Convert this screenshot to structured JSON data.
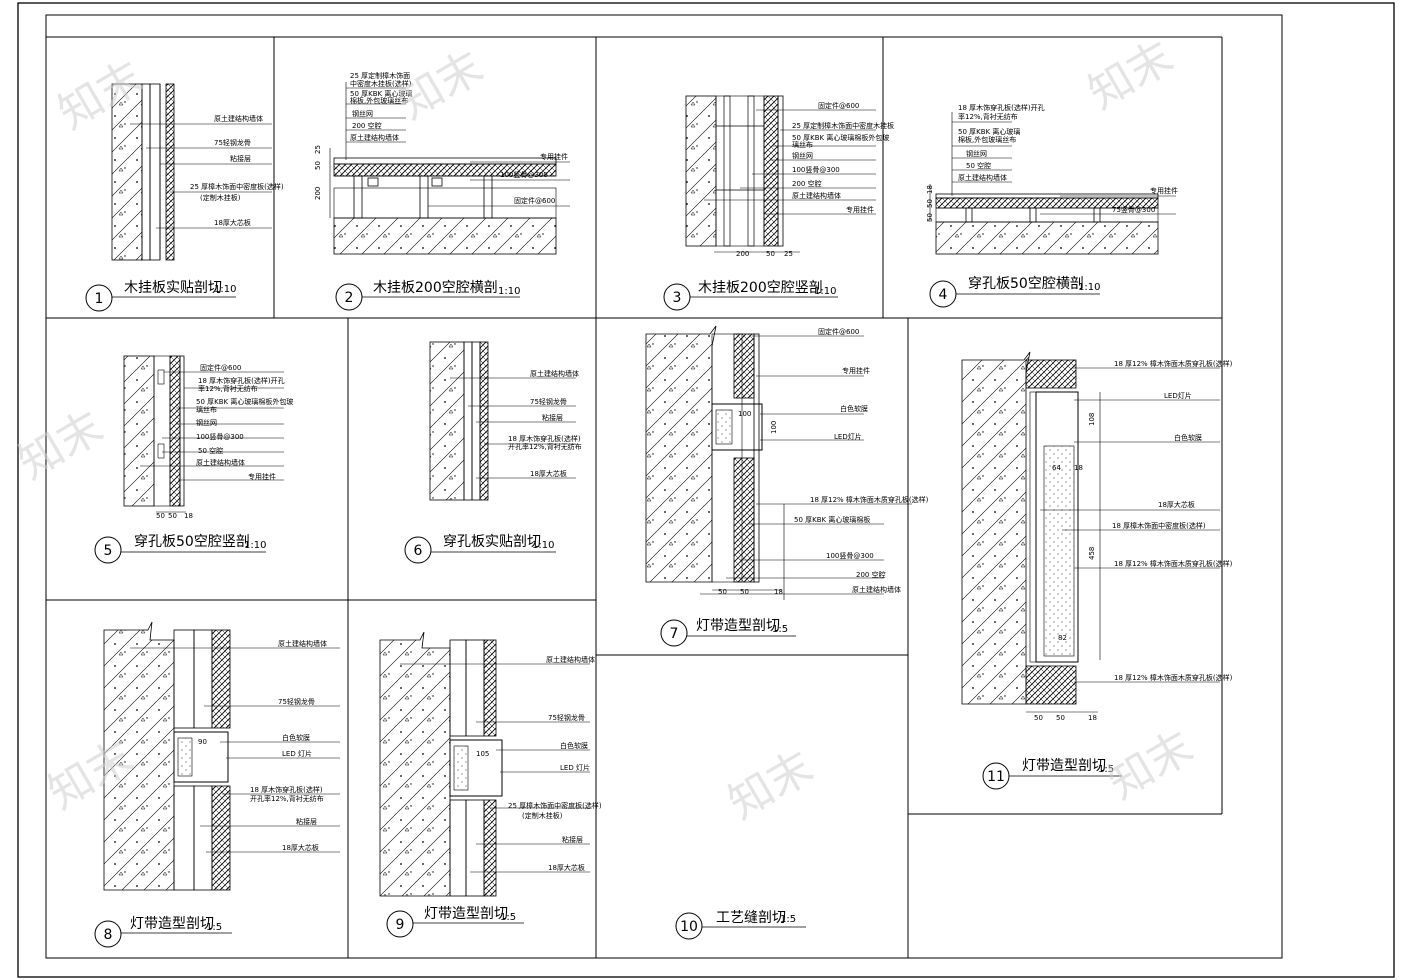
{
  "drawings": [
    {
      "id": "d1",
      "number": "1",
      "title": "木挂板实贴剖切",
      "scale": "1:10",
      "notes": [
        "原土建结构墙体",
        "75轻钢龙骨",
        "粘接层",
        "25 厚樟木饰面中密度板(选样)",
        "(定制木挂板)",
        "18厚大芯板"
      ]
    },
    {
      "id": "d2",
      "number": "2",
      "title": "木挂板200空腔横剖",
      "scale": "1:10",
      "notes": [
        "25 厚定制樟木饰面",
        "中密度木挂板(选样)",
        "50 厚KBK 离心玻璃",
        "棉板,外包玻璃丝布",
        "钢丝网",
        "200 空腔",
        "原土建结构墙体",
        "专用挂件",
        "100竖骨@300",
        "固定件@600"
      ],
      "dims": [
        "25",
        "50",
        "200"
      ]
    },
    {
      "id": "d3",
      "number": "3",
      "title": "木挂板200空腔竖剖",
      "scale": "1:10",
      "notes": [
        "固定件@600",
        "25 厚定制樟木饰面中密度木挂板",
        "50 厚KBK 离心玻璃棉板外包玻",
        "璃丝布",
        "钢丝网",
        "100竖骨@300",
        "200 空腔",
        "原土建结构墙体",
        "专用挂件"
      ],
      "dims": [
        "200",
        "50",
        "25"
      ]
    },
    {
      "id": "d4",
      "number": "4",
      "title": "穿孔板50空腔横剖",
      "scale": "1:10",
      "notes": [
        "18 厚木饰穿孔板(选样)开孔",
        "率12%,背衬无纺布",
        "50 厚KBK 离心玻璃",
        "棉板,外包玻璃丝布",
        "钢丝网",
        "50 空腔",
        "原土建结构墙体",
        "专用挂件",
        "75竖骨@300"
      ],
      "dims": [
        "18",
        "50",
        "50"
      ]
    },
    {
      "id": "d5",
      "number": "5",
      "title": "穿孔板50空腔竖剖",
      "scale": "1:10",
      "notes": [
        "固定件@600",
        "18 厚木饰穿孔板(选样)开孔",
        "率12%,背衬无纺布",
        "50 厚KBK 离心玻璃棉板外包玻",
        "璃丝布",
        "钢丝网",
        "100竖骨@300",
        "50 空腔",
        "原土建结构墙体",
        "专用挂件"
      ],
      "dims": [
        "50",
        "50",
        "18"
      ]
    },
    {
      "id": "d6",
      "number": "6",
      "title": "穿孔板实贴剖切",
      "scale": "1:10",
      "notes": [
        "原土建结构墙体",
        "75轻钢龙骨",
        "粘接层",
        "18 厚木饰穿孔板(选样)",
        "开孔率12%,背衬无纺布",
        "18厚大芯板"
      ]
    },
    {
      "id": "d7",
      "number": "7",
      "title": "灯带造型剖切",
      "scale": "1:5",
      "notes": [
        "固定件@600",
        "专用挂件",
        "白色软膜",
        "LED灯片",
        "18 厚12% 樟木饰面木质穿孔板(选样)",
        "50 厚KBK 离心玻璃棉板",
        "100竖骨@300",
        "200 空腔",
        "原土建结构墙体"
      ],
      "dims": [
        "100",
        "100",
        "50",
        "50",
        "18"
      ]
    },
    {
      "id": "d8",
      "number": "8",
      "title": "灯带造型剖切",
      "scale": "1:5",
      "notes": [
        "原土建结构墙体",
        "75轻钢龙骨",
        "白色软膜",
        "LED 灯片",
        "18  厚木饰穿孔板(选样)",
        "开孔率12%,背衬无纺布",
        "粘接层",
        "18厚大芯板"
      ],
      "dims": [
        "90"
      ]
    },
    {
      "id": "d9",
      "number": "9",
      "title": "灯带造型剖切",
      "scale": "1:5",
      "notes": [
        "原土建结构墙体",
        "75轻钢龙骨",
        "白色软膜",
        "LED 灯片",
        "25  厚樟木饰面中密度板(选样)",
        "(定制木挂板)",
        "粘接层",
        "18厚大芯板"
      ],
      "dims": [
        "105"
      ]
    },
    {
      "id": "d10",
      "number": "10",
      "title": "工艺缝剖切",
      "scale": "1:5",
      "notes": []
    },
    {
      "id": "d11",
      "number": "11",
      "title": "灯带造型剖切",
      "scale": "1:5",
      "notes": [
        "18 厚12% 樟木饰面木质穿孔板(选样)",
        "LED灯片",
        "白色软膜",
        "18厚大芯板",
        "18 厚樟木饰面中密度板(选样)",
        "18 厚12% 樟木饰面木质穿孔板(选样)",
        "18 厚12% 樟木饰面木质穿孔板(选样)"
      ],
      "dims": [
        "108",
        "64",
        "18",
        "458",
        "82",
        "50",
        "50",
        "18"
      ]
    }
  ],
  "watermark": "知末"
}
